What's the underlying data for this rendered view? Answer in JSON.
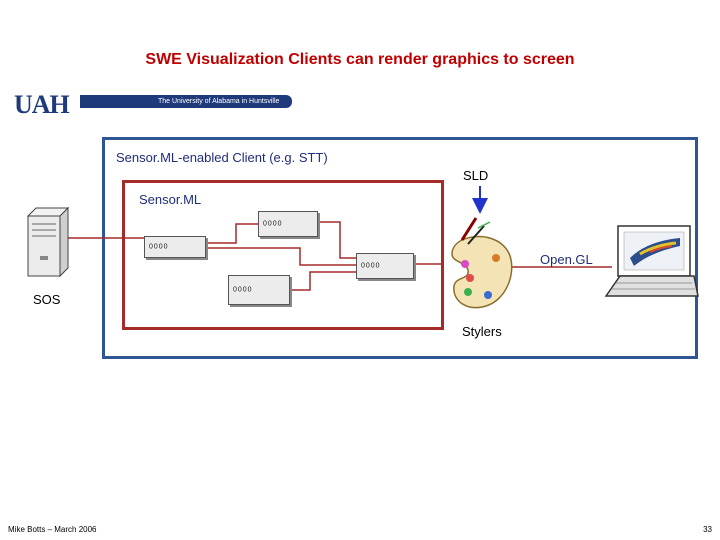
{
  "slide": {
    "title": "SWE Visualization Clients can render graphics to screen",
    "footer_left": "Mike Botts – March 2006",
    "page_number": "33"
  },
  "logo": {
    "short": "UAH",
    "full": "The University of Alabama in Huntsville"
  },
  "diagram": {
    "client_label": "Sensor.ML-enabled Client (e.g. STT)",
    "sensorml_label": "Sensor.ML",
    "sld_label": "SLD",
    "opengl_label": "Open.GL",
    "stylers_label": "Stylers",
    "sos_label": "SOS",
    "processes": [
      "0000",
      "0000",
      "0000",
      "0000"
    ]
  },
  "colors": {
    "title": "#c00000",
    "client_border": "#2f5597",
    "sensorml_border": "#a52a2a",
    "connector": "#a52a2a",
    "label_text": "#1f2d7a"
  }
}
